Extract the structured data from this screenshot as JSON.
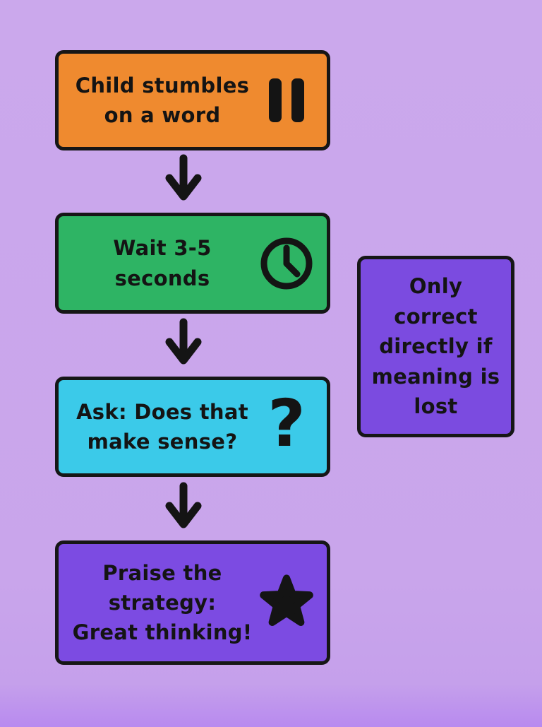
{
  "page": {
    "background_color": "#C9A5EB",
    "bottom_glow_color": "#B88AEF",
    "outline_color": "#161616",
    "text_color": "#141414"
  },
  "flow": {
    "steps": [
      {
        "id": "stumble",
        "text": "Child stumbles\non a word",
        "color": "#EF8A2F",
        "icon": "pause-icon"
      },
      {
        "id": "wait",
        "text": "Wait 3-5\nseconds",
        "color": "#2EB464",
        "icon": "clock-icon"
      },
      {
        "id": "ask",
        "text": "Ask: Does that\nmake sense?",
        "color": "#3BCAE9",
        "icon": "question-mark-icon",
        "icon_glyph": "?"
      },
      {
        "id": "praise",
        "text": "Praise the\nstrategy:\nGreat thinking!",
        "color": "#7C4BE2",
        "icon": "star-icon"
      }
    ],
    "connectors": [
      {
        "type": "arrow-down"
      },
      {
        "type": "arrow-down"
      },
      {
        "type": "arrow-down"
      }
    ]
  },
  "note": {
    "text": "Only\ncorrect\ndirectly if\nmeaning is\nlost",
    "color": "#7B4BE0"
  }
}
